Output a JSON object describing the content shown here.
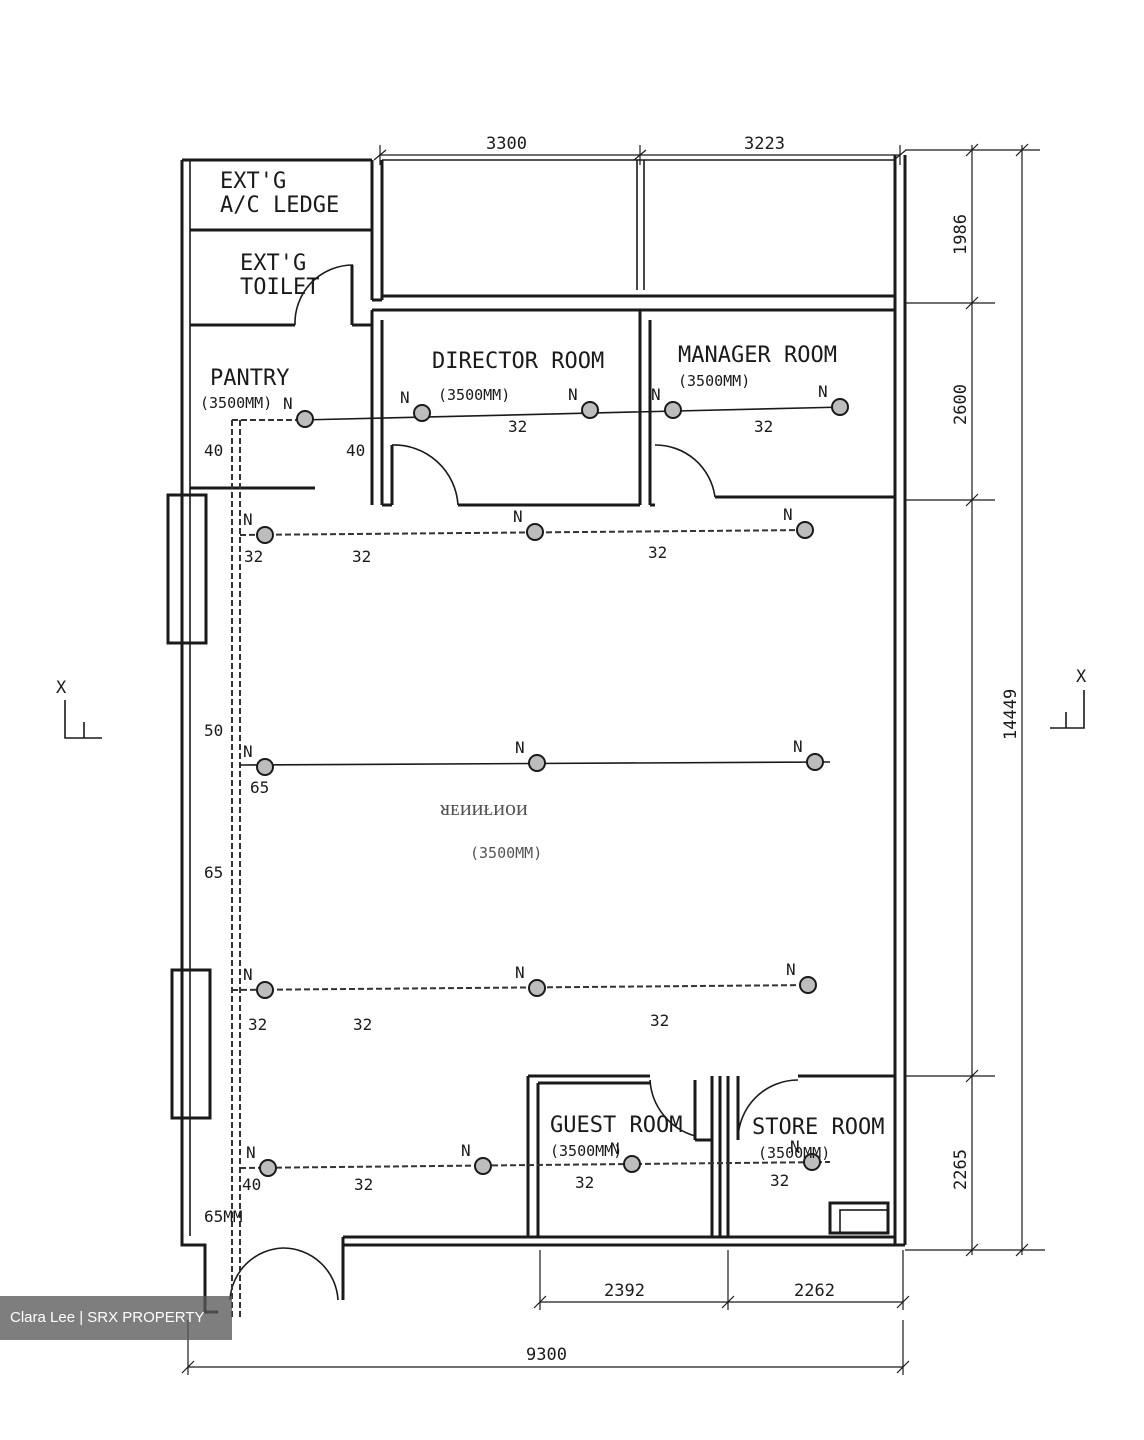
{
  "rooms": {
    "ac_ledge": [
      "EXT'G",
      "A/C LEDGE"
    ],
    "toilet": [
      "EXT'G",
      "TOILET"
    ],
    "pantry": {
      "name": "PANTRY",
      "height": "(3500MM)"
    },
    "director": {
      "name": "DIRECTOR ROOM",
      "height": "(3500MM)"
    },
    "manager": {
      "name": "MANAGER ROOM",
      "height": "(3500MM)"
    },
    "main": {
      "name": "ᴚᴇᴎᴎᴌᴎᴏᴎ",
      "height": "(3500MM)"
    },
    "guest": {
      "name": "GUEST ROOM",
      "height": "(3500MM)"
    },
    "store": {
      "name": "STORE ROOM",
      "height": "(3500MM)"
    }
  },
  "dimensions": {
    "top_left": "3300",
    "top_right": "3223",
    "right_1": "1986",
    "right_2": "2600",
    "right_total": "14449",
    "right_4": "2265",
    "bottom_left": "2392",
    "bottom_right": "2262",
    "overall": "9300"
  },
  "pipe_sizes": {
    "pantry_left": "40",
    "pantry_right": "40",
    "director": "32",
    "manager": "32",
    "row2_a": "32",
    "row2_b": "32",
    "row2_c": "32",
    "riser_1": "50",
    "riser_2": "65",
    "riser_3": "65MM",
    "row3_a": "65",
    "row4_a": "32",
    "row4_b": "32",
    "row4_c": "32",
    "row5_a": "40",
    "row5_b": "32",
    "row5_c": "32",
    "row5_d": "32"
  },
  "sprinkler_label": "N",
  "axis_marker": "X",
  "watermark": "Clara Lee | SRX PROPERTY"
}
